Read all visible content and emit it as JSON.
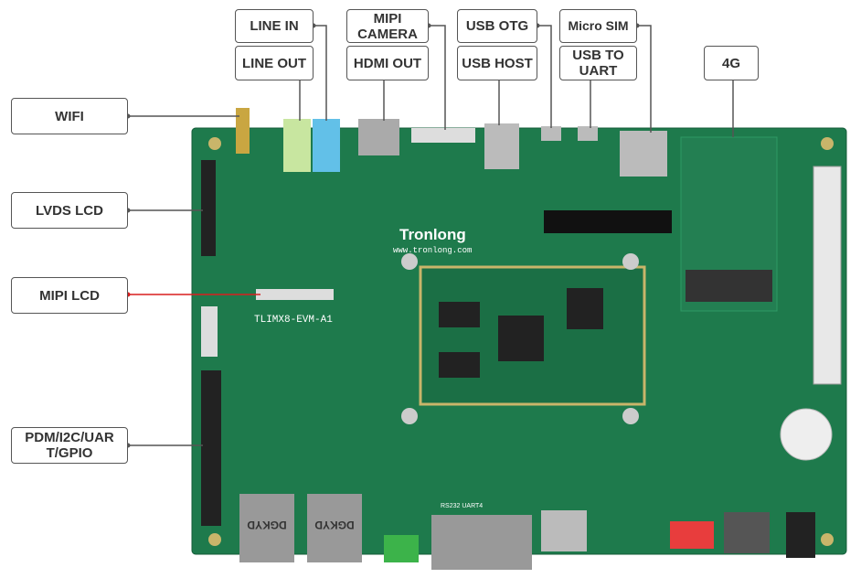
{
  "labels": {
    "line_in": "LINE IN",
    "line_out": "LINE OUT",
    "mipi_camera": "MIPI CAMERA",
    "hdmi_out": "HDMI OUT",
    "usb_otg": "USB OTG",
    "usb_host": "USB HOST",
    "micro_sim": "Micro SIM",
    "usb_to_uart": "USB TO UART",
    "lte_4g": "4G",
    "wifi": "WIFI",
    "lvds_lcd": "LVDS LCD",
    "mipi_lcd": "MIPI LCD",
    "pdm_i2c_uart_gpio": "PDM/I2C/UART/GPIO"
  },
  "board": {
    "brand": "Tronlong",
    "url": "www.tronlong.com",
    "model": "TLIMX8-EVM-A1",
    "rj45_brand": "DGKYD",
    "serial_label": "RS232 UART4"
  },
  "colors": {
    "pcb": "#1e7a4c",
    "highlight_line": "#d81e1e",
    "line": "#555555"
  }
}
